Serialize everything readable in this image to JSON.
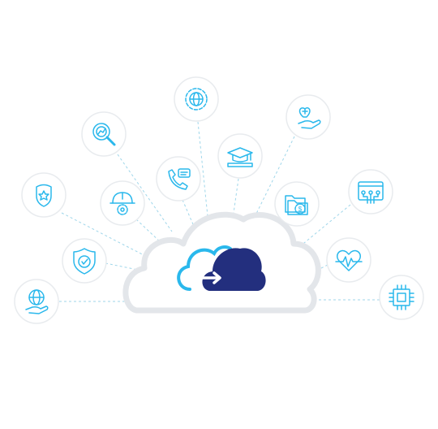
{
  "colors": {
    "accent": "#2ab8ec",
    "brand_dark": "#232f7e",
    "cloud_outline": "#e3e6ea",
    "connector": "#9fd6ea"
  },
  "hub": {
    "icon": "cloud-migration-icon"
  },
  "nodes": [
    {
      "id": "government",
      "icon": "shield-star-icon"
    },
    {
      "id": "research",
      "icon": "magnifier-chart-icon"
    },
    {
      "id": "it-services",
      "icon": "globe-gear-icon"
    },
    {
      "id": "healthcare-care",
      "icon": "heart-hand-icon"
    },
    {
      "id": "education",
      "icon": "graduation-cap-icon"
    },
    {
      "id": "contact-center",
      "icon": "phone-chat-icon"
    },
    {
      "id": "construction",
      "icon": "hardhat-gear-icon"
    },
    {
      "id": "finance",
      "icon": "folder-dollar-icon"
    },
    {
      "id": "software",
      "icon": "browser-circuit-icon"
    },
    {
      "id": "security",
      "icon": "shield-check-icon"
    },
    {
      "id": "health-monitoring",
      "icon": "heart-pulse-icon"
    },
    {
      "id": "global-services",
      "icon": "globe-hand-icon"
    },
    {
      "id": "hardware",
      "icon": "chip-icon"
    }
  ]
}
